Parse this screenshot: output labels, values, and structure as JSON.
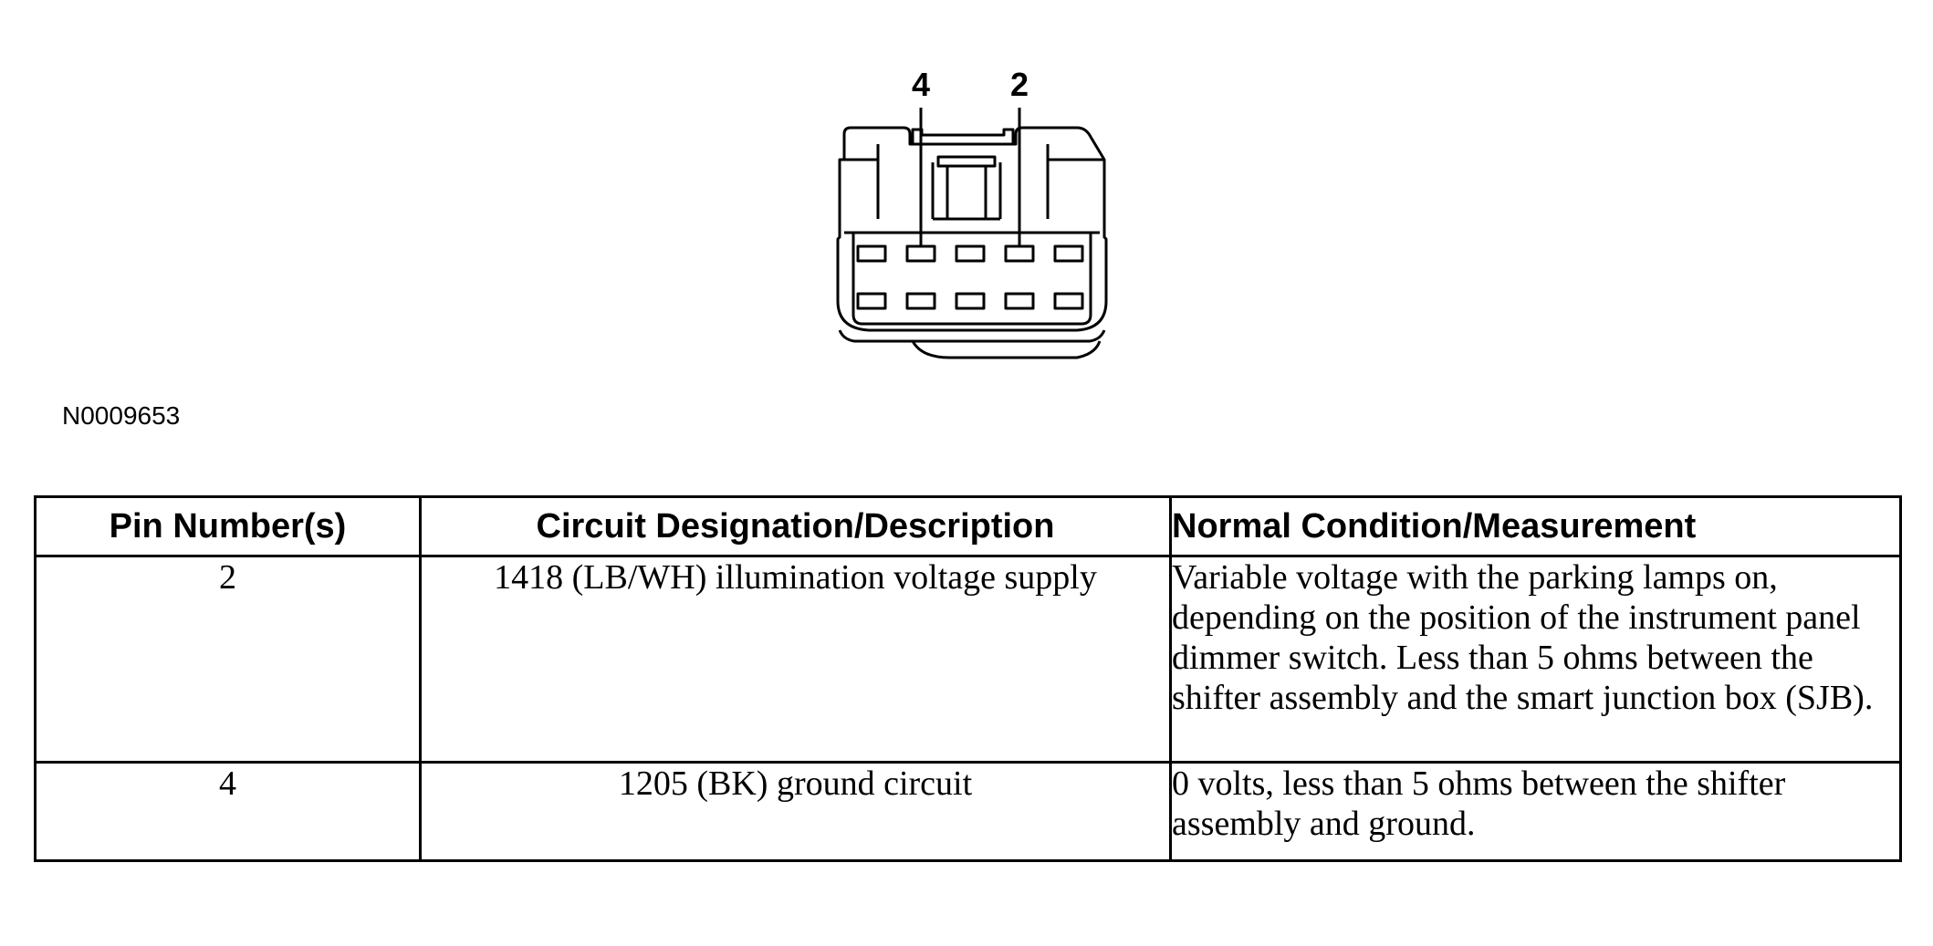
{
  "connector": {
    "pin_labels": [
      "4",
      "2"
    ]
  },
  "figure_id": "N0009653",
  "table": {
    "headers": {
      "pin": "Pin Number(s)",
      "circuit": "Circuit Designation/Description",
      "condition": "Normal Condition/Measurement"
    },
    "rows": [
      {
        "pin": "2",
        "circuit": "1418 (LB/WH) illumination voltage supply",
        "condition": "Variable voltage with the parking lamps on, depending on the position of the instrument panel dimmer switch. Less than 5 ohms between the shifter assembly and the smart junction box (SJB)."
      },
      {
        "pin": "4",
        "circuit": "1205 (BK) ground circuit",
        "condition": "0 volts, less than 5 ohms between the shifter assembly and ground."
      }
    ]
  }
}
